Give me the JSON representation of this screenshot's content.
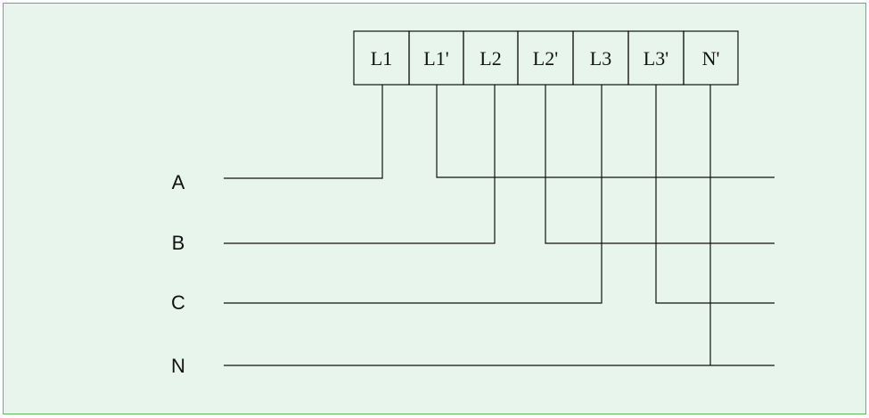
{
  "diagram": {
    "terminals": [
      {
        "label": "L1"
      },
      {
        "label": "L1'"
      },
      {
        "label": "L2"
      },
      {
        "label": "L2'"
      },
      {
        "label": "L3"
      },
      {
        "label": "L3'"
      },
      {
        "label": "N'"
      }
    ],
    "lines": [
      {
        "label": "A"
      },
      {
        "label": "B"
      },
      {
        "label": "C"
      },
      {
        "label": "N"
      }
    ]
  }
}
